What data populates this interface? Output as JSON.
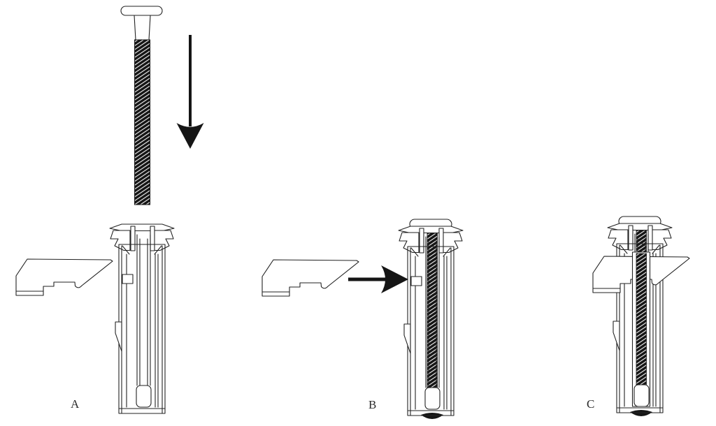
{
  "diagram": {
    "background_color": "#ffffff",
    "line_color": "#222222",
    "thread_fill_color": "#161616",
    "steps": [
      {
        "label": "A"
      },
      {
        "label": "B"
      },
      {
        "label": "C"
      }
    ],
    "icons": {
      "down_arrow": "down-arrow-icon",
      "right_arrow": "right-arrow-icon"
    },
    "parts": {
      "screw": "threaded-screw",
      "anchor": "anchor-sleeve",
      "bracket": "mounting-bracket"
    }
  }
}
